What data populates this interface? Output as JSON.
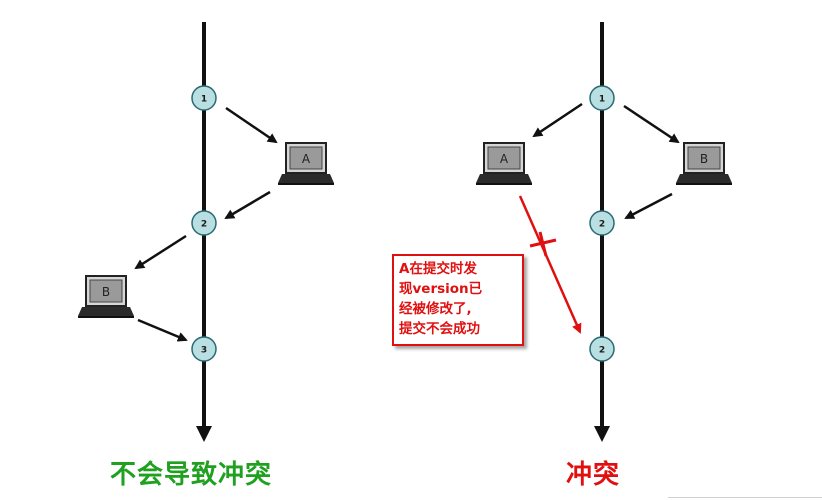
{
  "left_panel": {
    "caption": "不会导致冲突",
    "caption_color": "#1fa01f",
    "nodes": [
      "1",
      "2",
      "3"
    ],
    "laptops": [
      "A",
      "B"
    ]
  },
  "right_panel": {
    "caption": "冲突",
    "caption_color": "#e01010",
    "nodes": [
      "1",
      "2",
      "2"
    ],
    "laptops": [
      "A",
      "B"
    ],
    "note_lines": [
      "A在提交时发",
      "现version已",
      "经被修改了,",
      "提交不会成功"
    ]
  },
  "colors": {
    "node_fill": "#b9dfe3",
    "node_stroke": "#2a6b74",
    "arrow": "#111111",
    "conflict": "#e01010"
  }
}
